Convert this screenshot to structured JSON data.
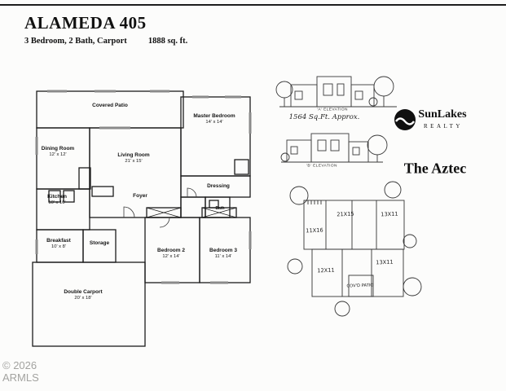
{
  "header": {
    "title": "ALAMEDA 405",
    "specs": "3 Bedroom, 2 Bath, Carport",
    "sqft": "1888 sq. ft."
  },
  "floorplan": {
    "rooms": [
      {
        "name": "Covered Patio",
        "dims": ""
      },
      {
        "name": "Master Bedroom",
        "dims": "14' x 14'"
      },
      {
        "name": "Dining Room",
        "dims": "12' x 12'"
      },
      {
        "name": "Living Room",
        "dims": "21' x 15'"
      },
      {
        "name": "Dressing",
        "dims": ""
      },
      {
        "name": "Kitchen",
        "dims": "10' x 10'"
      },
      {
        "name": "Foyer",
        "dims": ""
      },
      {
        "name": "Breakfast",
        "dims": "10' x 8'"
      },
      {
        "name": "Storage",
        "dims": ""
      },
      {
        "name": "Bedroom 2",
        "dims": "12' x 14'"
      },
      {
        "name": "Bedroom 3",
        "dims": "11' x 14'"
      },
      {
        "name": "Bath",
        "dims": ""
      },
      {
        "name": "Double Carport",
        "dims": "20' x 18'"
      }
    ]
  },
  "right": {
    "elevation_a_label": "'A' ELEVATION",
    "sqft_note": "1564 Sq.Ft. Approx.",
    "elevation_b_label": "'B' ELEVATION",
    "brand": {
      "name": "SunLakes",
      "sub": "REALTY"
    },
    "model_name": "The Aztec",
    "sketch_labels": [
      {
        "text": "11X16"
      },
      {
        "text": "21X15"
      },
      {
        "text": "13X11"
      },
      {
        "text": "12X11"
      },
      {
        "text": "13X11"
      },
      {
        "text": "COV'D PATIO"
      }
    ]
  },
  "watermark": {
    "line1": "© 2026",
    "line2": "ARMLS"
  },
  "colors": {
    "ink": "#1b1b1b",
    "window_gray": "#8a8a8a",
    "logo_black": "#101010"
  }
}
